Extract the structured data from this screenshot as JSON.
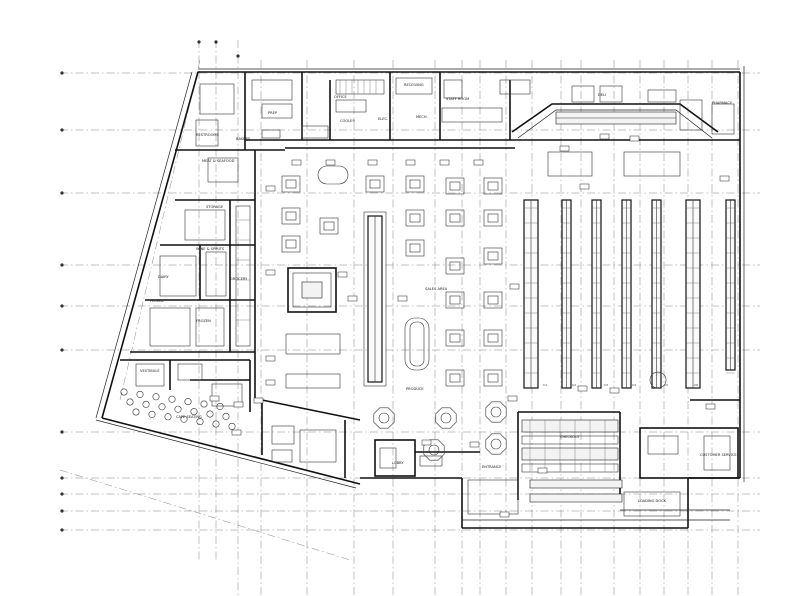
{
  "rooms": [
    {
      "id": "sales-left",
      "label": "SALES AREA"
    },
    {
      "id": "office-top",
      "label": "OFFICE"
    },
    {
      "id": "staff-top",
      "label": "STAFF ROOM"
    },
    {
      "id": "bakery",
      "label": "BAKERY"
    },
    {
      "id": "deli",
      "label": "DELI"
    },
    {
      "id": "storage-a",
      "label": "STORAGE"
    },
    {
      "id": "cafe",
      "label": "CAFE SEATING"
    },
    {
      "id": "checkout",
      "label": "CHECKOUT"
    },
    {
      "id": "entrance",
      "label": "ENTRANCE"
    },
    {
      "id": "pharmacy",
      "label": "PHARMACY"
    },
    {
      "id": "produce",
      "label": "PRODUCE"
    },
    {
      "id": "grocery",
      "label": "GROCERY"
    },
    {
      "id": "frozen",
      "label": "FROZEN"
    },
    {
      "id": "dairy",
      "label": "DAIRY"
    },
    {
      "id": "receiving",
      "label": "RECEIVING"
    },
    {
      "id": "restroom",
      "label": "RESTROOMS"
    },
    {
      "id": "floral",
      "label": "FLORAL"
    },
    {
      "id": "wine",
      "label": "WINE & SPIRITS"
    },
    {
      "id": "meat",
      "label": "MEAT & SEAFOOD"
    },
    {
      "id": "prep",
      "label": "PREP"
    },
    {
      "id": "cooler",
      "label": "COOLER"
    },
    {
      "id": "electrical",
      "label": "ELEC."
    },
    {
      "id": "mech",
      "label": "MECH."
    },
    {
      "id": "lobby",
      "label": "LOBBY"
    },
    {
      "id": "vestibule",
      "label": "VESTIBULE"
    },
    {
      "id": "customer-svc",
      "label": "CUSTOMER SERVICE"
    },
    {
      "id": "loading",
      "label": "LOADING DOCK"
    }
  ],
  "aisle_markers": [
    "C1",
    "C2",
    "C3",
    "C4",
    "C5",
    "C6"
  ]
}
